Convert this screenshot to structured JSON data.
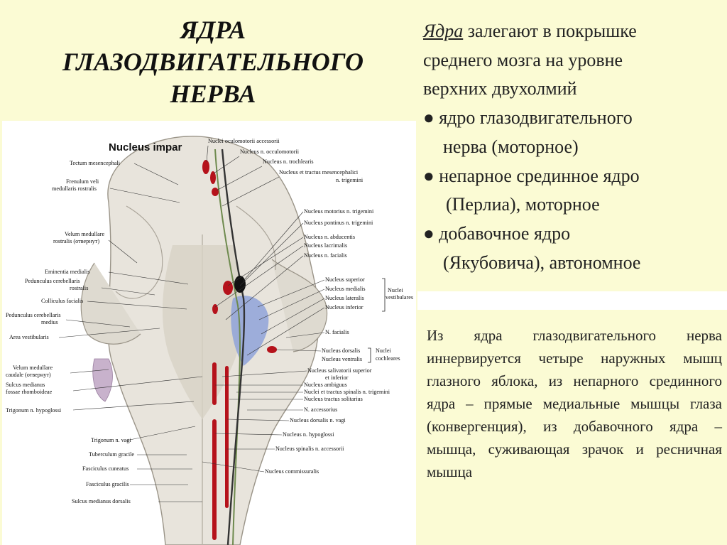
{
  "title": {
    "line1": "ЯДРА",
    "line2": "ГЛАЗОДВИГАТЕЛЬНОГО",
    "line3": "НЕРВА"
  },
  "intro": {
    "keyword": "Ядра",
    "rest_line1": " залегают в покрышке",
    "line2": "среднего мозга на уровне",
    "line3": "верхних двухолмий"
  },
  "bullets": [
    {
      "line1": "● ядро глазодвигательного",
      "line2": "нерва (моторное)"
    },
    {
      "line1": "● непарное срединное ядро",
      "line2": "(Перлиа), моторное"
    },
    {
      "line1": "● добавочное ядро",
      "line2": "(Якубовича), автономное"
    }
  ],
  "paragraph": "Из ядра глазодвигательного нерва иннервируется четыре наружных мышц глазного яблока, из непарного срединного ядра – прямые медиальные мышцы глаза (конвергенция), из добавочного ядра – мышца, суживающая зрачок и ресничная мышца",
  "figure": {
    "heading": "Nucleus impar",
    "left_labels": [
      "Tectum mesencephali",
      "Frenulum veli",
      "medullaris rostralis",
      "Velum medullare",
      "rostralis (отвернут)",
      "Eminentia medialis",
      "Pedunculus cerebellaris",
      "rostralis",
      "Colliculus facialis",
      "Pedunculus cerebellaris",
      "medius",
      "Area vestibularis",
      "Velum medullare",
      "caudale (отвернут)",
      "Sulcus medianus",
      "fossae rhomboideae",
      "Trigonum n. hypoglossi",
      "Trigonum n. vagi",
      "Tuberculum gracile",
      "Fasciculus cuneatus",
      "Fasciculus gracilis",
      "Sulcus medianus dorsalis"
    ],
    "top_labels": [
      "Nuclei oculomotorii accessorii",
      "Nucleus n. occulomotorii",
      "Nucleus n. trochlearis",
      "Nucleus et tractus mesencephalici",
      "n. trigemini"
    ],
    "right_labels": [
      "Nucleus motorius n. trigemini",
      "Nucleus pontinus n. trigemini",
      "Nucleus n. abducentis",
      "Nucleus lacrimalis",
      "Nucleus n. facialis",
      "Nucleus superior",
      "Nucleus medialis",
      "Nucleus lateralis",
      "Nucleus inferior",
      "N. facialis",
      "Nucleus dorsalis",
      "Nucleus ventralis",
      "Nucleus salivatorii superior",
      "et inferior",
      "Nucleus ambiguus",
      "Nuclei et tractus spinalis n. trigemini",
      "Nucleus tractus solitarius",
      "N. accessorius",
      "Nucleus dorsalis n. vagi",
      "Nucleus n. hypoglossi",
      "Nucleus spinalis n. accessorii",
      "Nucleus commissuralis"
    ],
    "group_labels": {
      "vestibular_1": "Nuclei",
      "vestibular_2": "vestibulares",
      "cochlear_1": "Nuclei",
      "cochlear_2": "cochleares"
    }
  }
}
